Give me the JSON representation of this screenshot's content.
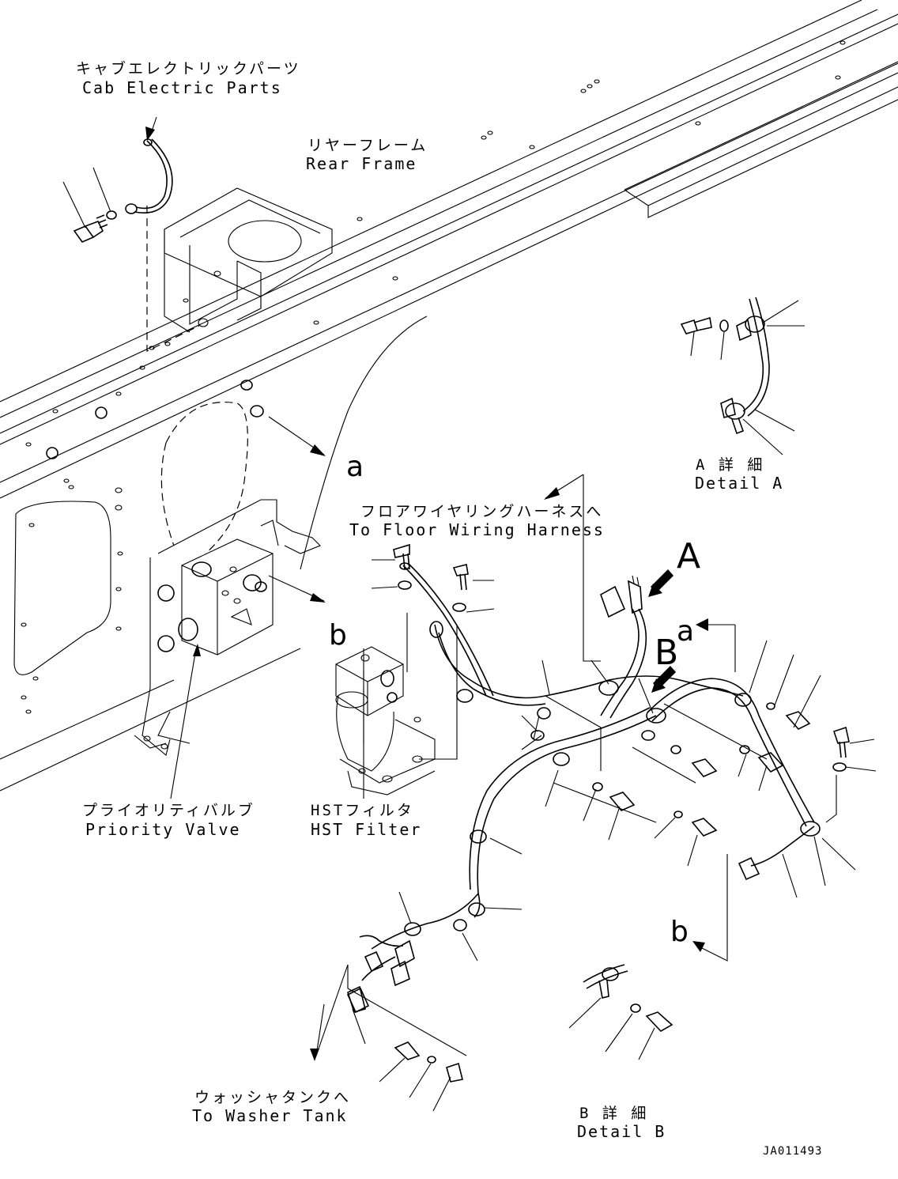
{
  "labels": {
    "cab_jp": "キャブエレクトリックパーツ",
    "cab_en": "Cab Electric Parts",
    "rear_jp": "リヤーフレーム",
    "rear_en": "Rear Frame",
    "floor_jp": "フロアワイヤリングハーネスへ",
    "floor_en": "To Floor Wiring Harness",
    "priority_jp": "プライオリティバルブ",
    "priority_en": "Priority Valve",
    "hst_jp": "HSTフィルタ",
    "hst_en": "HST Filter",
    "washer_jp": "ウォッシャタンクへ",
    "washer_en": "To Washer Tank",
    "detailA_jp": "A 詳 細",
    "detailA_en": "Detail A",
    "detailB_jp": "B 詳 細",
    "detailB_en": "Detail B"
  },
  "markers": {
    "view_a": "A",
    "view_b": "B",
    "ref_a1": "a",
    "ref_a2": "a",
    "ref_b1": "b",
    "ref_b2": "b"
  },
  "drawing_code": "JA011493"
}
